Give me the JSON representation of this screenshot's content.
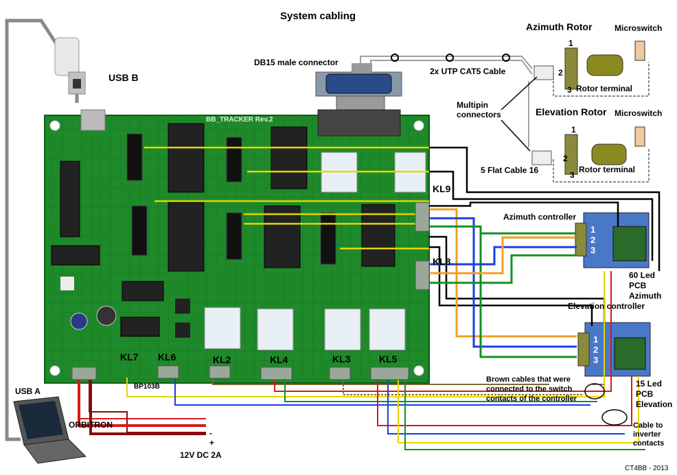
{
  "title": "System cabling",
  "labels": {
    "usb_b": "USB B",
    "usb_a": "USB A",
    "orbitron": "ORBITRON",
    "db15": "DB15 male connector",
    "utp": "2x UTP CAT5 Cable",
    "multipin": "Multipin connectors",
    "flat_cable": "5  Flat Cable 16",
    "azimuth_rotor": "Azimuth Rotor",
    "elevation_rotor": "Elevation Rotor",
    "microswitch_az": "Microswitch",
    "microswitch_el": "Microswitch",
    "rotor_terminal_az": "Rotor terminal",
    "rotor_terminal_el": "Rotor terminal",
    "azimuth_controller": "Azimuth controller",
    "elevation_controller": "Elevation controller",
    "led_az": "60 Led PCB Azimuth",
    "led_el": "15 Led PCB Elevation",
    "brown_cables": "Brown cables that were connected to the switch contacts of the controller",
    "inverter": "Cable to inverter contacts",
    "power": "12V DC 2A",
    "minus": "-",
    "plus": "+",
    "credit": "CT4BB  - 2013",
    "board_name": "BB_TRACKER Rev.2",
    "bp103b": "BP103B"
  },
  "connectors": {
    "kl2": "KL2",
    "kl3": "KL3",
    "kl4": "KL4",
    "kl5": "KL5",
    "kl6": "KL6",
    "kl7": "KL7",
    "kl8": "KL8",
    "kl9": "KL9"
  },
  "terminal_numbers": {
    "rotor_az": [
      "1",
      "2",
      "3"
    ],
    "rotor_el": [
      "1",
      "2",
      "3"
    ],
    "ctrl_az": [
      "1",
      "2",
      "3"
    ],
    "ctrl_el": [
      "1",
      "2",
      "3"
    ]
  },
  "colors": {
    "pcb": "#1f8a2a",
    "pcb_dark": "#126a1c",
    "controller_blue": "#4a78c8",
    "wire_yellow": "#e6d500",
    "wire_orange": "#f0a020",
    "wire_blue": "#1a3ee0",
    "wire_green": "#129020",
    "wire_red": "#d81818",
    "wire_darkred": "#8a0a0a",
    "wire_black": "#000000",
    "wire_grey": "#9a9a9a",
    "wire_brown": "#7a6a30"
  }
}
